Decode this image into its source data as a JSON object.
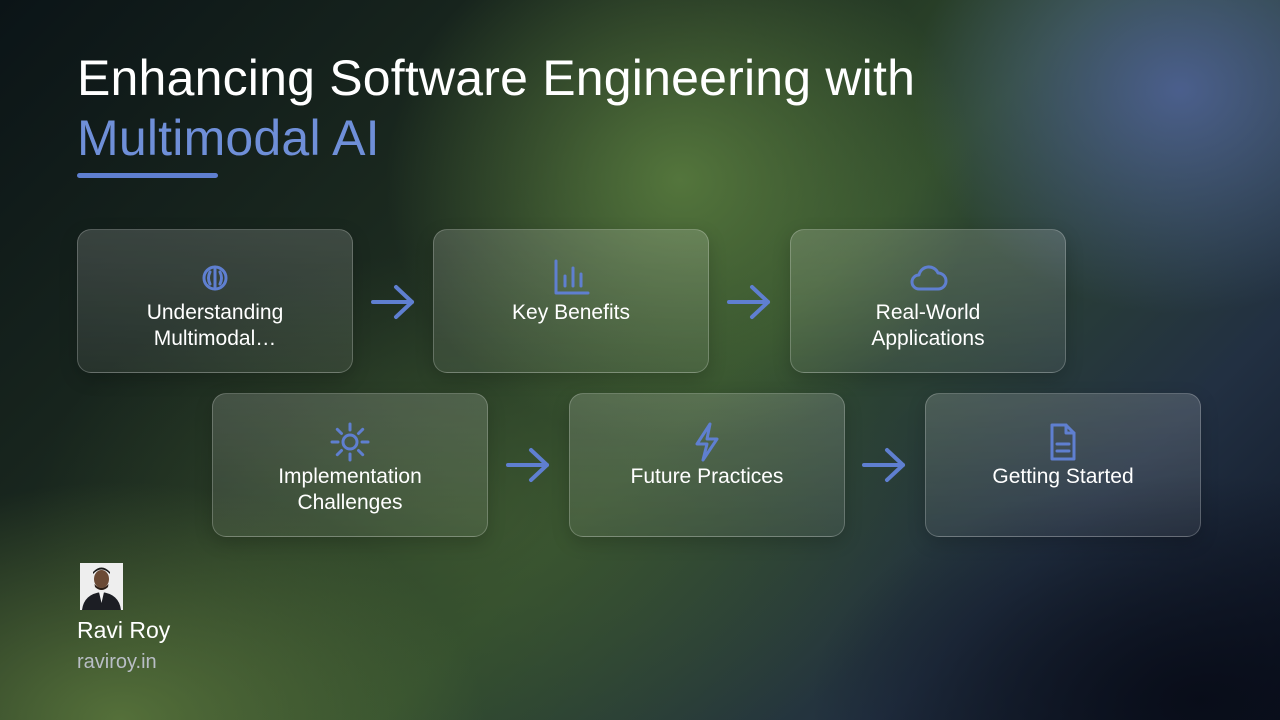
{
  "slide": {
    "title_line1": "Enhancing Software Engineering with",
    "title_line2": "Multimodal AI",
    "accent_color": "#6f8fd8",
    "icon_color": "#5f7fd0"
  },
  "steps": [
    {
      "label": "Understanding Multimodal…",
      "icon": "brain-icon"
    },
    {
      "label": "Key Benefits",
      "icon": "bar-chart-icon"
    },
    {
      "label": "Real-World Applications",
      "icon": "cloud-icon"
    },
    {
      "label": "Implementation Challenges",
      "icon": "sun-icon"
    },
    {
      "label": "Future Practices",
      "icon": "lightning-icon"
    },
    {
      "label": "Getting Started",
      "icon": "document-icon"
    }
  ],
  "author": {
    "name": "Ravi Roy",
    "website": "raviroy.in"
  }
}
